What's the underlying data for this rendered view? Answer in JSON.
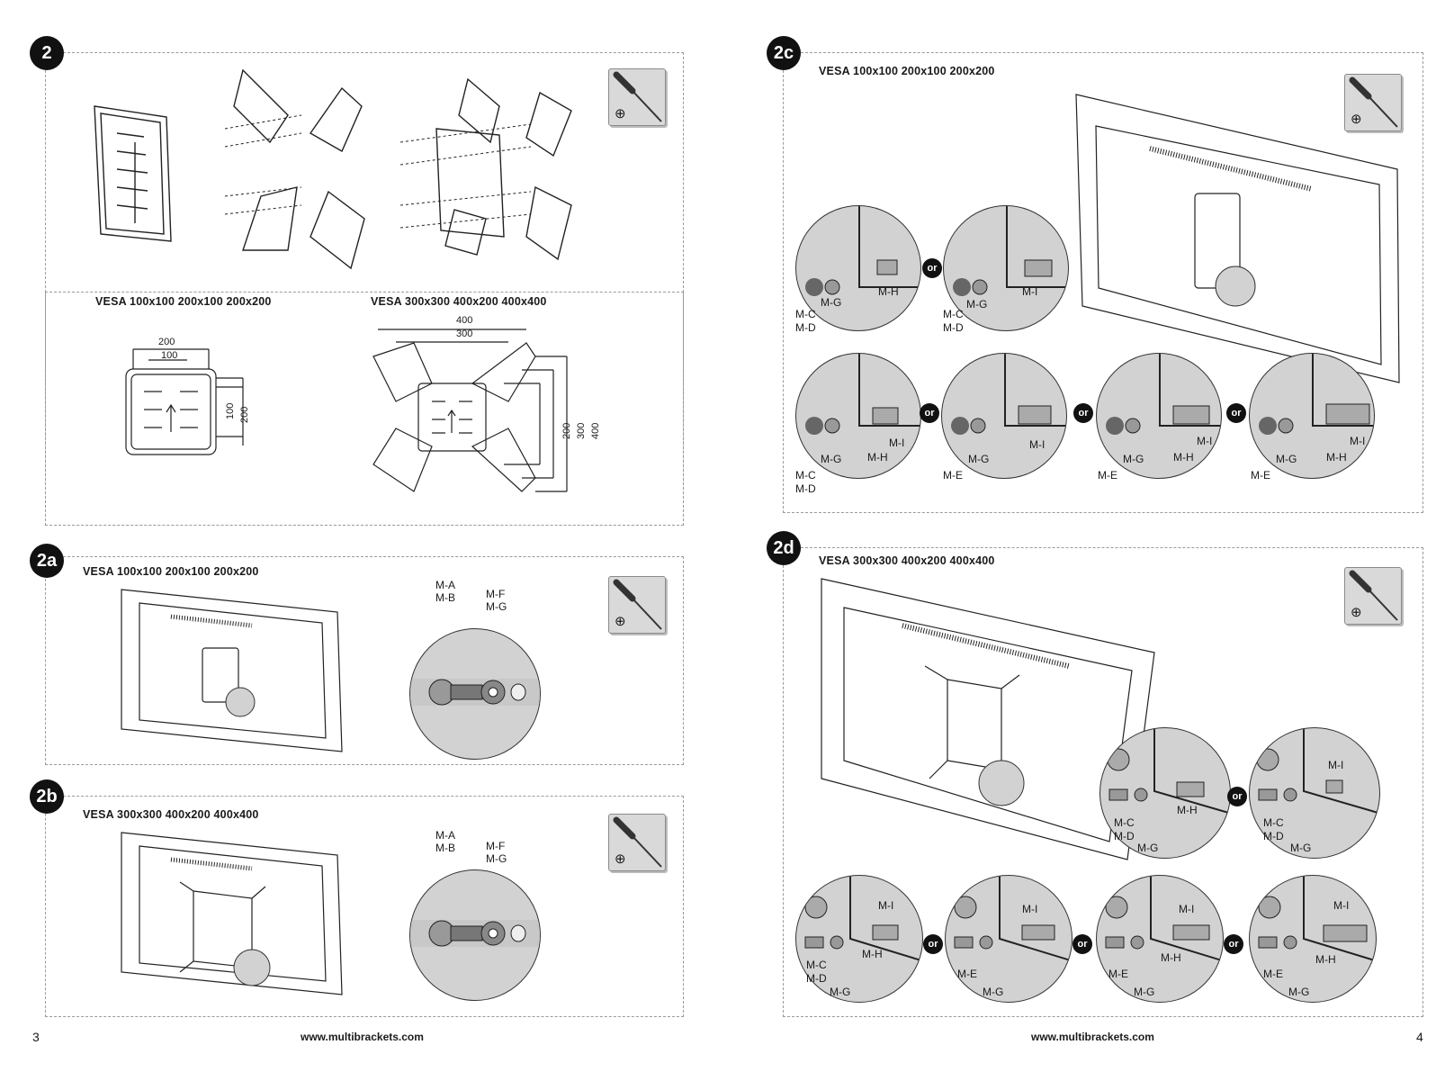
{
  "left_page": {
    "page_number": "3",
    "footer_url": "www.multibrackets.com",
    "step2": {
      "badge": "2",
      "vesa_small": "VESA 100x100 200x100 200x200",
      "vesa_large": "VESA 300x300 400x200 400x400",
      "dims_small": [
        "200",
        "100",
        "100",
        "200"
      ],
      "dims_large": [
        "400",
        "300",
        "200",
        "300",
        "400"
      ]
    },
    "step2a": {
      "badge": "2a",
      "vesa": "VESA 100x100 200x100 200x200",
      "labels": [
        "M-A",
        "M-B",
        "M-F",
        "M-G"
      ]
    },
    "step2b": {
      "badge": "2b",
      "vesa": "VESA 300x300 400x200 400x400",
      "labels": [
        "M-A",
        "M-B",
        "M-F",
        "M-G"
      ]
    }
  },
  "right_page": {
    "page_number": "4",
    "footer_url": "www.multibrackets.com",
    "or_text": "or",
    "step2c": {
      "badge": "2c",
      "vesa": "VESA 100x100 200x100 200x200",
      "detail_labels": {
        "c1": [
          "M-C",
          "M-D",
          "M-G",
          "M-H"
        ],
        "c2": [
          "M-C",
          "M-D",
          "M-G",
          "M-I"
        ],
        "c3": [
          "M-C",
          "M-D",
          "M-G",
          "M-H",
          "M-I"
        ],
        "c4": [
          "M-E",
          "M-G",
          "M-I"
        ],
        "c5": [
          "M-E",
          "M-G",
          "M-H",
          "M-I"
        ],
        "c6": [
          "M-E",
          "M-G",
          "M-H",
          "M-I"
        ]
      }
    },
    "step2d": {
      "badge": "2d",
      "vesa": "VESA 300x300 400x200 400x400",
      "detail_labels": {
        "d1": [
          "M-C",
          "M-D",
          "M-G",
          "M-H"
        ],
        "d2": [
          "M-I",
          "M-C",
          "M-D",
          "M-G"
        ],
        "d3": [
          "M-I",
          "M-H",
          "M-C",
          "M-D",
          "M-G"
        ],
        "d4": [
          "M-I",
          "M-E",
          "M-G"
        ],
        "d5": [
          "M-I",
          "M-H",
          "M-E",
          "M-G"
        ],
        "d6": [
          "M-I",
          "M-H",
          "M-E",
          "M-G"
        ]
      }
    }
  },
  "tool_icon": "screwdriver-icon",
  "tool_symbol": "⊕"
}
